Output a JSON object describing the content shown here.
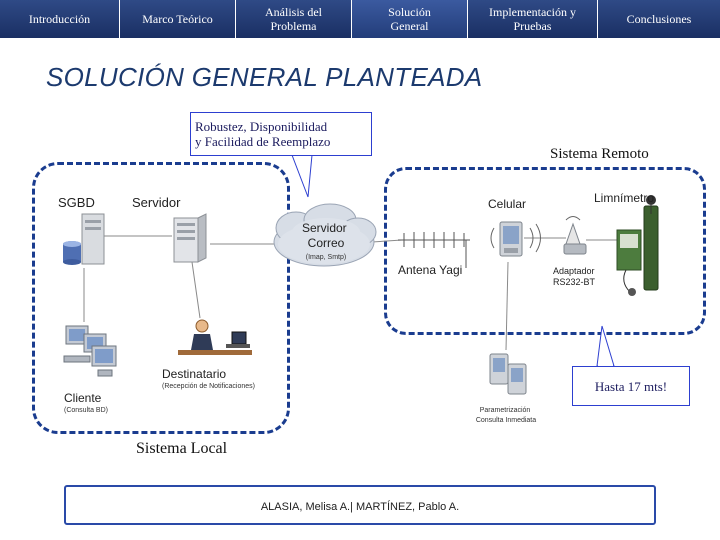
{
  "nav": {
    "items": [
      {
        "label": "Introducción",
        "width": 120
      },
      {
        "label": "Marco Teórico",
        "width": 116
      },
      {
        "label": "Análisis del\nProblema",
        "width": 116
      },
      {
        "label": "Solución\nGeneral",
        "width": 116
      },
      {
        "label": "Implementación y\nPruebas",
        "width": 130
      },
      {
        "label": "Conclusiones",
        "width": 122
      }
    ]
  },
  "title": "SOLUCIÓN GENERAL PLANTEADA",
  "callouts": {
    "robust": "Robustez, Disponibilidad\ny Facilidad de Reemplazo",
    "hasta": "Hasta 17 mts!"
  },
  "labels": {
    "sistema_remoto": "Sistema Remoto",
    "sistema_local": "Sistema Local"
  },
  "diagram": {
    "sgbd": "SGBD",
    "servidor": "Servidor",
    "servidor_correo": "Servidor\nCorreo",
    "correo_protocols": "(Imap, Smtp)",
    "celular": "Celular",
    "limnimetro": "Limnímetro",
    "antena": "Antena Yagi",
    "adaptador": "Adaptador\nRS232-BT",
    "destinatario": "Destinatario",
    "destinatario_sub": "(Recepción de Notificaciones)",
    "cliente": "Cliente",
    "cliente_sub": "(Consulta BD)",
    "param": "Parametrización\nConsulta Inmediata"
  },
  "footer": "ALASIA, Melisa A.| MARTÍNEZ, Pablo A.",
  "colors": {
    "nav": "#1f3670",
    "dashed": "#1a3c8f",
    "callout_border": "#2d3fd0",
    "title": "#1c3a6e"
  }
}
